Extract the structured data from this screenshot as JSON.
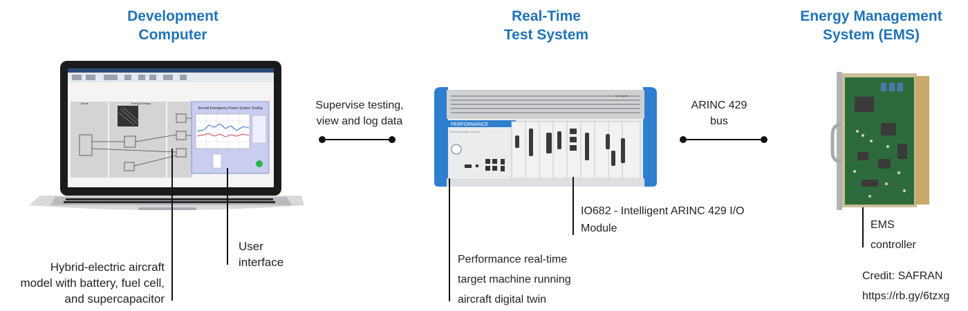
{
  "titles": {
    "development_computer": [
      "Development",
      "Computer"
    ],
    "realtime_test_system": [
      "Real-Time",
      "Test System"
    ],
    "ems": [
      "Energy Management",
      "System (EMS)"
    ]
  },
  "connections": {
    "supervise": [
      "Supervise testing,",
      "view and log data"
    ],
    "arinc_bus": [
      "ARINC 429",
      "bus"
    ]
  },
  "labels": {
    "model": [
      "Hybrid-electric aircraft",
      "model with battery, fuel cell,",
      "and supercapacitor"
    ],
    "user_interface": [
      "User",
      "interface"
    ],
    "performance": [
      "Performance real-time",
      "target machine running",
      "aircraft digital twin"
    ],
    "io_module": [
      "IO682 - Intelligent ARINC 429 I/O",
      "Module"
    ],
    "ems_controller": [
      "EMS",
      "controller"
    ],
    "credit": [
      "Credit: SAFRAN",
      "https://rb.gy/6tzxg"
    ]
  },
  "screen": {
    "app_title": "Aircraft Emergency Power System Testing",
    "panel_inputs": "Inputs",
    "panel_energy": "Energy Storage"
  },
  "device": {
    "front_label": "PERFORMANCE",
    "front_sublabel": "Real-time target machine",
    "brand": "speedgoat"
  },
  "colors": {
    "title_blue": "#1f73b7",
    "chassis_blue": "#2f7fd0",
    "pcb_green": "#2e6b3c"
  }
}
